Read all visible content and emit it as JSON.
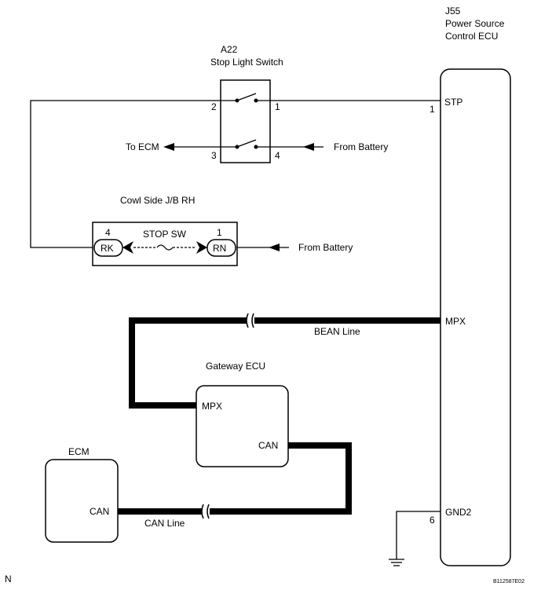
{
  "power_ecu": {
    "code": "J55",
    "name_line1": "Power Source",
    "name_line2": "Control ECU",
    "pins": {
      "stp": {
        "label": "STP",
        "number": "1"
      },
      "mpx": {
        "label": "MPX"
      },
      "gnd2": {
        "label": "GND2",
        "number": "6"
      }
    }
  },
  "stop_light_switch": {
    "code": "A22",
    "name": "Stop Light Switch",
    "pins": {
      "p1": "1",
      "p2": "2",
      "p3": "3",
      "p4": "4"
    }
  },
  "cowl_jb": {
    "name": "Cowl Side J/B RH",
    "fuse_label": "STOP SW",
    "left_connector": "RK",
    "left_pin": "4",
    "right_connector": "RN",
    "right_pin": "1"
  },
  "gateway_ecu": {
    "name": "Gateway ECU",
    "mpx_label": "MPX",
    "can_label": "CAN"
  },
  "ecm": {
    "name": "ECM",
    "can_label": "CAN"
  },
  "wires": {
    "to_ecm": "To ECM",
    "from_battery_switch": "From Battery",
    "from_battery_jb": "From Battery",
    "bean_line": "BEAN Line",
    "can_line": "CAN Line"
  },
  "footer": {
    "orientation": "N",
    "figure_id": "B112587E02"
  }
}
